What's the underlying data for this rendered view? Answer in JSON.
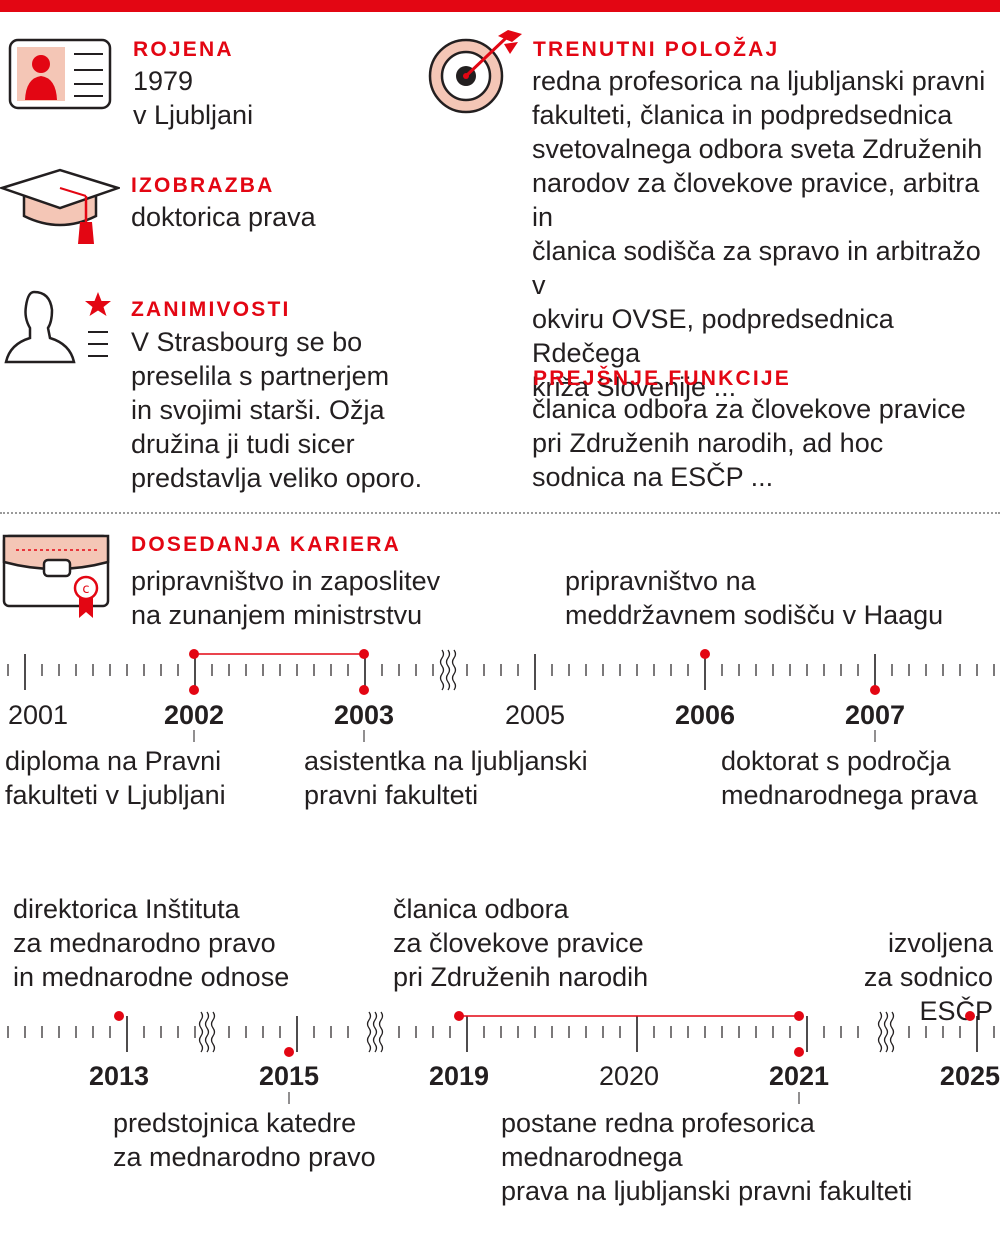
{
  "colors": {
    "accent": "#e30613",
    "text": "#231f20",
    "icon_fill": "#f4c6b6"
  },
  "facts": {
    "born": {
      "label": "ROJENA",
      "text": "1979\nv Ljubljani",
      "icon": "id-card-icon"
    },
    "education": {
      "label": "IZOBRAZBA",
      "text": "doktorica prava",
      "icon": "graduation-cap-icon"
    },
    "interests": {
      "label": "ZANIMIVOSTI",
      "text": "V Strasbourg se bo\npreselila s partnerjem\nin svojimi starši. Ožja\ndružina ji tudi sicer\npredstavlja veliko oporo.",
      "icon": "person-star-icon"
    },
    "current": {
      "label": "TRENUTNI POLOŽAJ",
      "text": "redna profesorica na ljubljanski pravni\nfakulteti, članica in podpredsednica\nsvetovalnega odbora sveta Združenih\nnarodov za človekove pravice, arbitra in\nčlanica sodišča za spravo in arbitražo v\nokviru OVSE, podpredsednica Rdečega\nkriža Slovenije ...",
      "icon": "target-icon"
    },
    "previous": {
      "label": "PREJŠNJE FUNKCIJE",
      "text": "članica odbora za človekove pravice\npri Združenih narodih, ad hoc\nsodnica na ESČP ..."
    }
  },
  "career": {
    "label": "DOSEDANJA KARIERA",
    "icon": "briefcase-icon",
    "timeline1": {
      "years": [
        {
          "year": "2001",
          "bold": false
        },
        {
          "year": "2002",
          "bold": true
        },
        {
          "year": "2003",
          "bold": true
        },
        {
          "year": "2005",
          "bold": false
        },
        {
          "year": "2006",
          "bold": true
        },
        {
          "year": "2007",
          "bold": true
        }
      ],
      "events_above": [
        {
          "text": "pripravništvo in zaposlitev\nna zunanjem ministrstvu",
          "years": "2002–2003"
        },
        {
          "text": "pripravništvo na\nmeddržavnem sodišču v Haagu",
          "years": "2006"
        }
      ],
      "events_below": [
        {
          "text": "diploma na Pravni\nfakulteti v Ljubljani",
          "year": "2002"
        },
        {
          "text": "asistentka na ljubljanski\npravni fakulteti",
          "year": "2003"
        },
        {
          "text": "doktorat s področja\nmednarodnega prava",
          "year": "2007"
        }
      ]
    },
    "timeline2": {
      "years": [
        {
          "year": "2013",
          "bold": true
        },
        {
          "year": "2015",
          "bold": true
        },
        {
          "year": "2019",
          "bold": true
        },
        {
          "year": "2020",
          "bold": false
        },
        {
          "year": "2021",
          "bold": true
        },
        {
          "year": "2025",
          "bold": true
        }
      ],
      "events_above": [
        {
          "text": "direktorica Inštituta\nza mednarodno pravo\nin mednarodne odnose",
          "year": "2013"
        },
        {
          "text": "članica odbora\nza človekove pravice\npri Združenih narodih",
          "years": "2019–2021"
        },
        {
          "text": "izvoljena\nza sodnico ESČP",
          "year": "2025"
        }
      ],
      "events_below": [
        {
          "text": "predstojnica katedre\nza mednarodno pravo",
          "year": "2015"
        },
        {
          "text": "postane redna profesorica mednarodnega\nprava na ljubljanski pravni fakulteti",
          "year": "2021"
        }
      ]
    }
  }
}
